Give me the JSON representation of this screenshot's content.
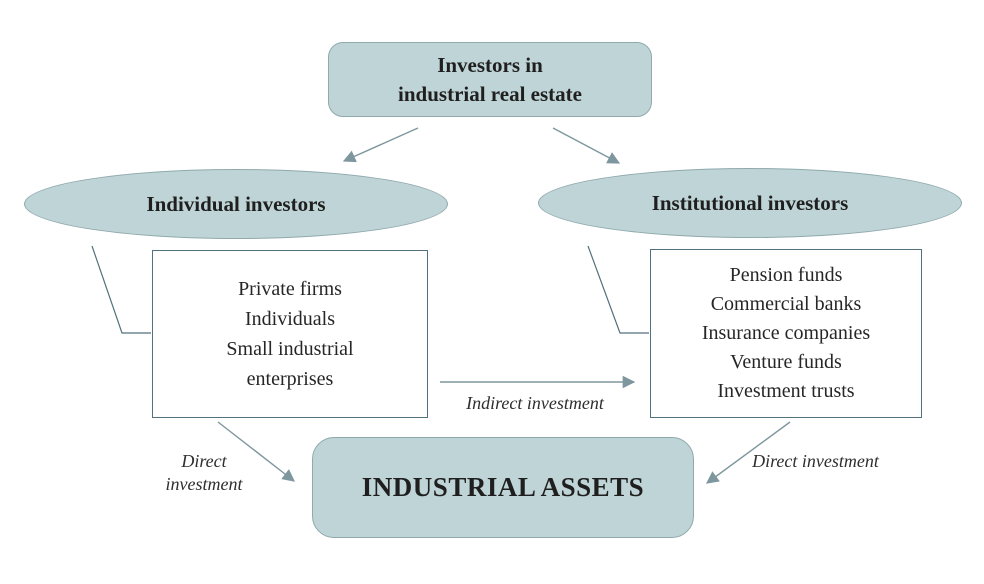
{
  "theme": {
    "background": "#ffffff",
    "node_fill": "#bfd4d6",
    "node_border": "#8fa9ad",
    "list_box_border": "#53717c",
    "connector_color": "#7e969e",
    "text_color": "#1f1f1f",
    "label_color": "#2e2e2e"
  },
  "nodes": {
    "investors": {
      "line1": "Investors in",
      "line2": "industrial real estate"
    },
    "individual": {
      "label": "Individual investors"
    },
    "institutional": {
      "label": "Institutional investors"
    },
    "individual_list": {
      "items": [
        "Private firms",
        "Individuals",
        "Small industrial enterprises"
      ]
    },
    "institutional_list": {
      "items": [
        "Pension funds",
        "Commercial banks",
        "Insurance companies",
        "Venture funds",
        "Investment trusts"
      ]
    },
    "industrial_assets": {
      "label": "INDUSTRIAL ASSETS"
    }
  },
  "edge_labels": {
    "indirect": "Indirect investment",
    "direct_left": "Direct investment",
    "direct_right": "Direct investment"
  }
}
